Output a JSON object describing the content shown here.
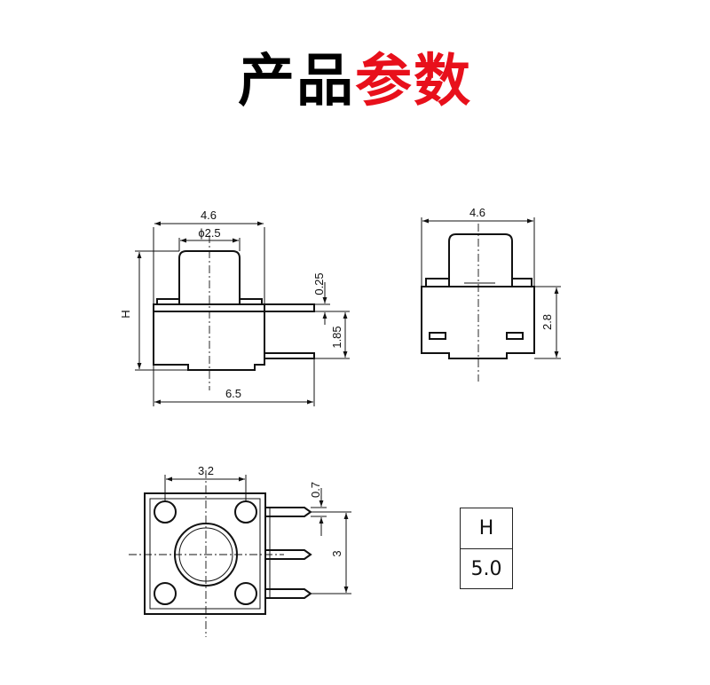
{
  "title": {
    "part1": "产品",
    "part2": "参数"
  },
  "front_view": {
    "width_top": "4.6",
    "diameter": "ϕ2.5",
    "height_label": "H",
    "thickness": "0.25",
    "pin_height": "1.85",
    "width_bottom": "6.5"
  },
  "side_view": {
    "width_top": "4.6",
    "height": "2.8"
  },
  "bottom_view": {
    "pitch_x": "3.2",
    "pin_width": "0.7",
    "pitch_y": "3"
  },
  "table": {
    "header": "H",
    "value": "5.0"
  },
  "colors": {
    "title_black": "#000000",
    "title_red": "#e8101b",
    "line": "#111111"
  }
}
